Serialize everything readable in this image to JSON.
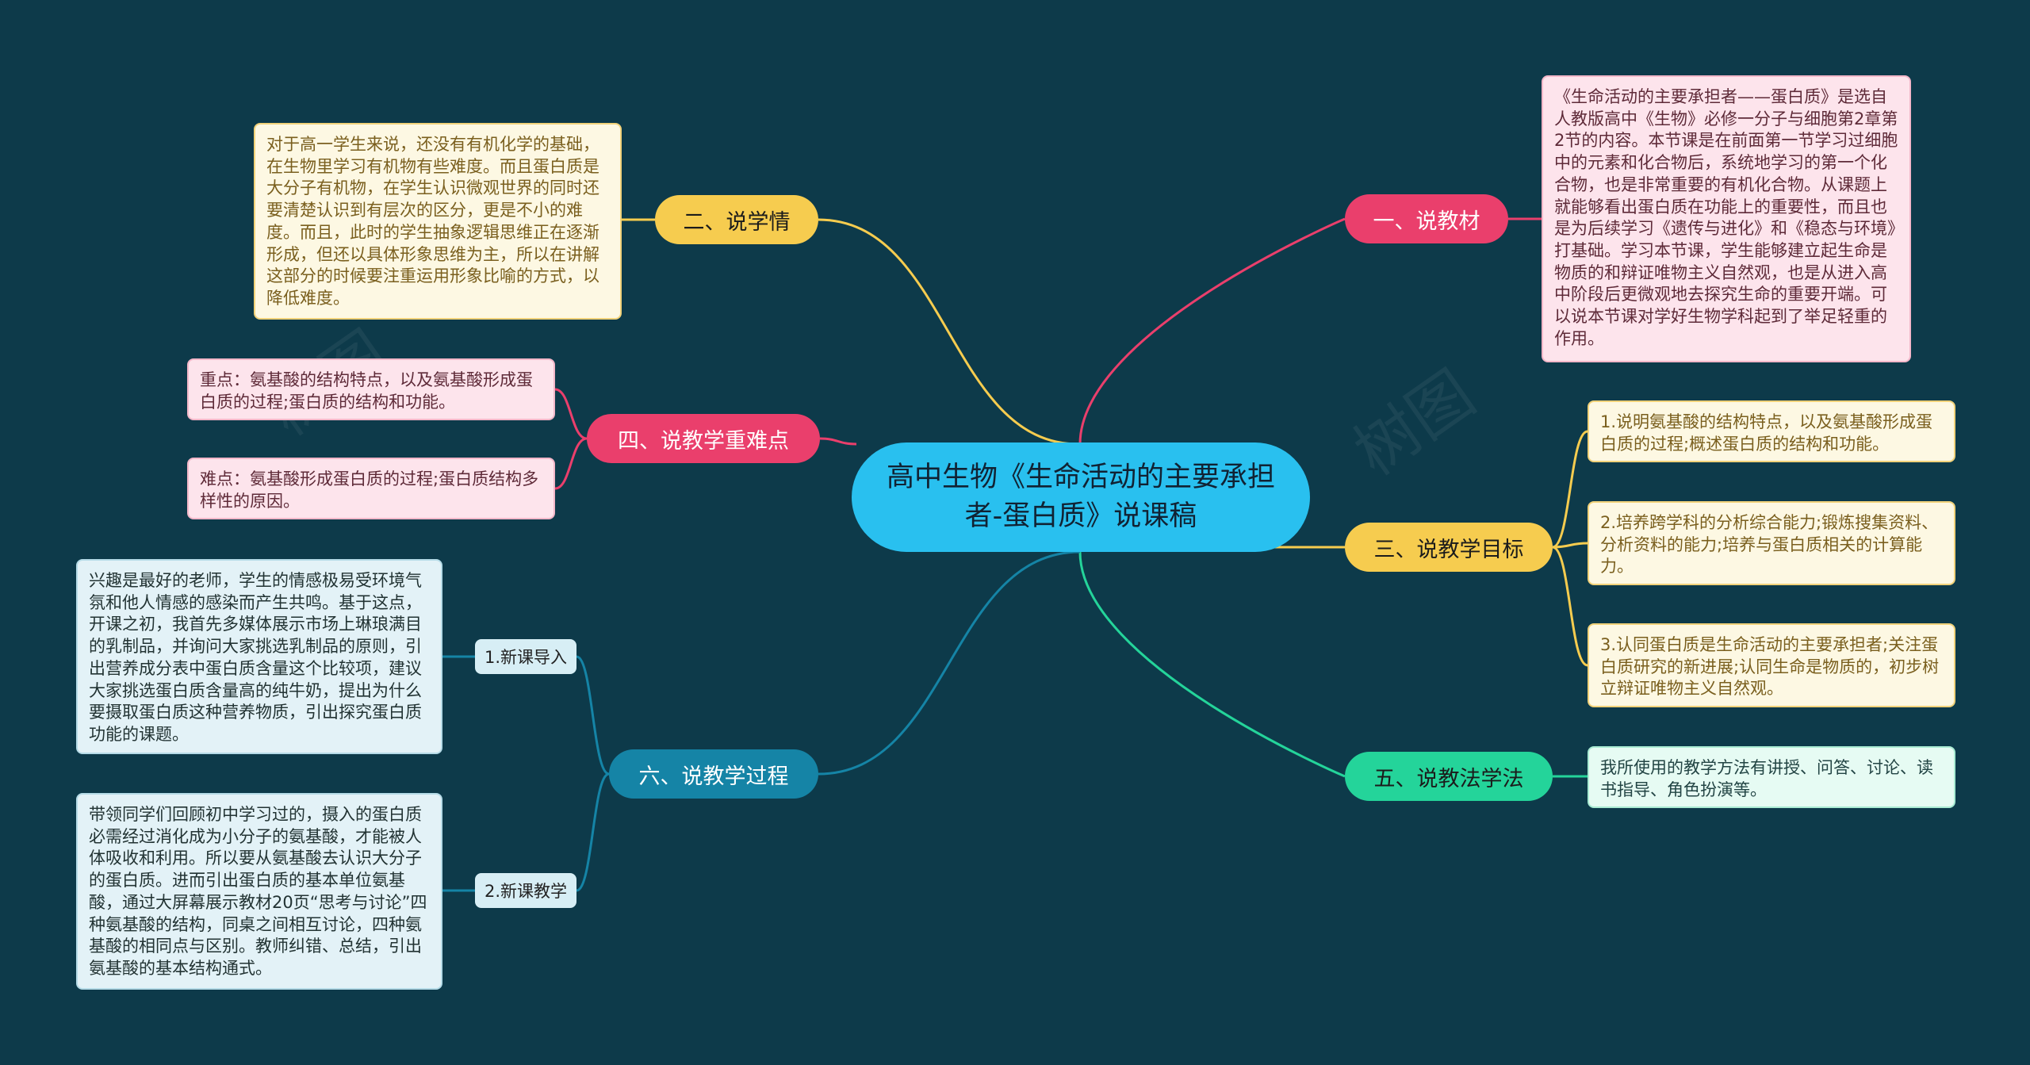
{
  "center": {
    "title": "高中生物《生命活动的主要承担者-蛋白质》说课稿"
  },
  "colors": {
    "background": "#0d3a4a",
    "center": "#29c0ef",
    "yellow": "#f6cc4f",
    "pink": "#ea3f6c",
    "green": "#24d49a",
    "blue": "#1584a6"
  },
  "branches": {
    "b1": {
      "label": "一、说教材",
      "notes": [
        "《生命活动的主要承担者——蛋白质》是选自人教版高中《生物》必修一分子与细胞第2章第2节的内容。本节课是在前面第一节学习过细胞中的元素和化合物后，系统地学习的第一个化合物，也是非常重要的有机化合物。从课题上就能够看出蛋白质在功能上的重要性，而且也是为后续学习《遗传与进化》和《稳态与环境》打基础。学习本节课，学生能够建立起生命是物质的和辩证唯物主义自然观，也是从进入高中阶段后更微观地去探究生命的重要开端。可以说本节课对学好生物学科起到了举足轻重的作用。"
      ]
    },
    "b2": {
      "label": "二、说学情",
      "notes": [
        "对于高一学生来说，还没有有机化学的基础，在生物里学习有机物有些难度。而且蛋白质是大分子有机物，在学生认识微观世界的同时还要清楚认识到有层次的区分，更是不小的难度。而且，此时的学生抽象逻辑思维正在逐渐形成，但还以具体形象思维为主，所以在讲解这部分的时候要注重运用形象比喻的方式，以降低难度。"
      ]
    },
    "b3": {
      "label": "三、说教学目标",
      "notes": [
        "1.说明氨基酸的结构特点，以及氨基酸形成蛋白质的过程;概述蛋白质的结构和功能。",
        "2.培养跨学科的分析综合能力;锻炼搜集资料、分析资料的能力;培养与蛋白质相关的计算能力。",
        "3.认同蛋白质是生命活动的主要承担者;关注蛋白质研究的新进展;认同生命是物质的，初步树立辩证唯物主义自然观。"
      ]
    },
    "b4": {
      "label": "四、说教学重难点",
      "notes": [
        "重点：氨基酸的结构特点，以及氨基酸形成蛋白质的过程;蛋白质的结构和功能。",
        "难点：氨基酸形成蛋白质的过程;蛋白质结构多样性的原因。"
      ]
    },
    "b5": {
      "label": "五、说教法学法",
      "notes": [
        "我所使用的教学方法有讲授、问答、讨论、读书指导、角色扮演等。"
      ]
    },
    "b6": {
      "label": "六、说教学过程",
      "subs": [
        {
          "label": "1.新课导入",
          "note": "兴趣是最好的老师，学生的情感极易受环境气氛和他人情感的感染而产生共鸣。基于这点，开课之初，我首先多媒体展示市场上琳琅满目的乳制品，并询问大家挑选乳制品的原则，引出营养成分表中蛋白质含量这个比较项，建议大家挑选蛋白质含量高的纯牛奶，提出为什么要摄取蛋白质这种营养物质，引出探究蛋白质功能的课题。"
        },
        {
          "label": "2.新课教学",
          "note": "带领同学们回顾初中学习过的，摄入的蛋白质必需经过消化成为小分子的氨基酸，才能被人体吸收和利用。所以要从氨基酸去认识大分子的蛋白质。进而引出蛋白质的基本单位氨基酸，通过大屏幕展示教材20页“思考与讨论”四种氨基酸的结构，同桌之间相互讨论，四种氨基酸的相同点与区别。教师纠错、总结，引出氨基酸的基本结构通式。"
        }
      ]
    }
  }
}
